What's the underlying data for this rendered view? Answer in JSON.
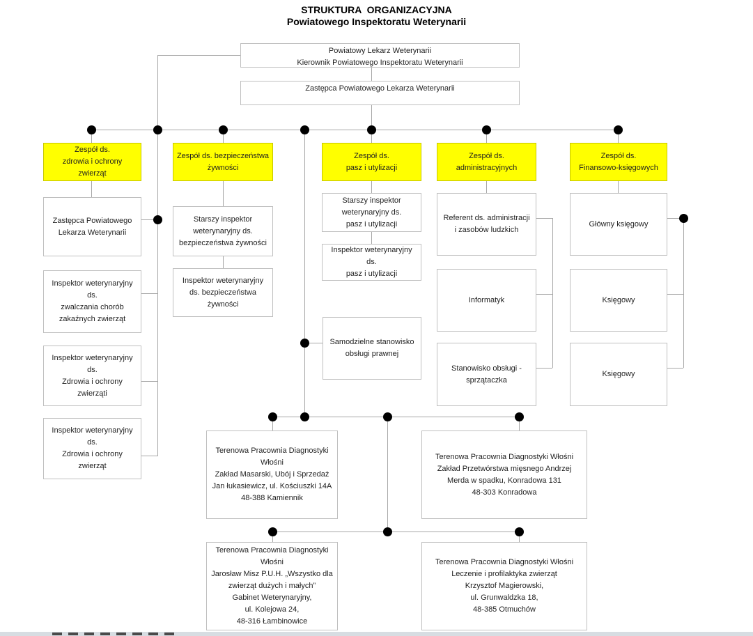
{
  "page": {
    "title_line1": "STRUKTURA  ORGANIZACYJNA",
    "title_line2": "Powiatowego Inspektoratu Weterynarii"
  },
  "colors": {
    "team_fill": "#ffff00",
    "team_border": "#c6c600",
    "box_border": "#bfbfbf",
    "connector_line": "#a6a6a6",
    "connector_dot": "#000000"
  },
  "org": {
    "head": [
      "Powiatowy Lekarz Weterynarii",
      "Kierownik Powiatowego Inspektoratu Weterynarii"
    ],
    "deputy": [
      "Zastępca Powiatowego Lekarza Weterynarii"
    ],
    "teams": [
      {
        "name": [
          "Zespół ds.",
          "zdrowia i ochrony",
          "zwierząt"
        ],
        "members": [
          [
            "Zastępca Powiatowego",
            "Lekarza Weterynarii"
          ],
          [
            "Inspektor weterynaryjny",
            "ds.",
            "zwalczania chorób",
            "zakaźnych zwierząt"
          ],
          [
            "Inspektor weterynaryjny",
            "ds.",
            "Zdrowia i ochrony",
            "zwierząti"
          ],
          [
            "Inspektor weterynaryjny",
            "ds.",
            "Zdrowia i ochrony",
            "zwierząt"
          ]
        ]
      },
      {
        "name": [
          "Zespół ds. bezpieczeństwa",
          "żywności"
        ],
        "members": [
          [
            "Starszy inspektor",
            "weterynaryjny ds.",
            "bezpieczeństwa żywności"
          ],
          [
            "Inspektor weterynaryjny",
            "ds. bezpieczeństwa",
            "żywności"
          ]
        ]
      },
      {
        "name": [
          "Zespół ds.",
          "pasz i utylizacji"
        ],
        "members": [
          [
            "Starszy inspektor",
            "weterynaryjny ds.",
            "pasz i utylizacji"
          ],
          [
            "Inspektor weterynaryjny",
            "ds.",
            "pasz i utylizacji"
          ]
        ]
      },
      {
        "name": [
          "Zespół ds.",
          "administracyjnych"
        ],
        "members": [
          [
            "Referent ds. administracji",
            "i zasobów ludzkich"
          ],
          [
            "Informatyk"
          ],
          [
            "Stanowisko obsługi -",
            "sprzątaczka"
          ]
        ]
      },
      {
        "name": [
          "Zespół ds.",
          "Finansowo-księgowych"
        ],
        "members": [
          [
            "Główny księgowy"
          ],
          [
            "Księgowy"
          ],
          [
            "Księgowy"
          ]
        ]
      }
    ],
    "legal_unit": [
      "Samodzielne stanowisko",
      "obsługi prawnej"
    ],
    "field_labs": [
      [
        "Terenowa Pracownia Diagnostyki",
        "Włośni",
        "Zakład Masarski, Ubój i Sprzedaż",
        "Jan łukasiewicz, ul. Kościuszki 14A",
        "48-388 Kamiennik"
      ],
      [
        "Terenowa Pracownia Diagnostyki Włośni",
        "Zakład Przetwórstwa mięsnego Andrzej",
        "Merda w spadku, Konradowa 131",
        "48-303 Konradowa"
      ],
      [
        "Terenowa Pracownia Diagnostyki",
        "Włośni",
        "Jarosław Misz P.U.H. „Wszystko dla",
        "zwierząt dużych i małych”",
        "Gabinet Weterynaryjny,",
        "ul. Kolejowa 24,",
        "48-316 Łambinowice"
      ],
      [
        "Terenowa Pracownia Diagnostyki Włośni",
        "Leczenie i profilaktyka zwierząt",
        "Krzysztof Magierowski,",
        "ul. Grunwaldzka 18,",
        "48-385 Otmuchów"
      ]
    ]
  }
}
